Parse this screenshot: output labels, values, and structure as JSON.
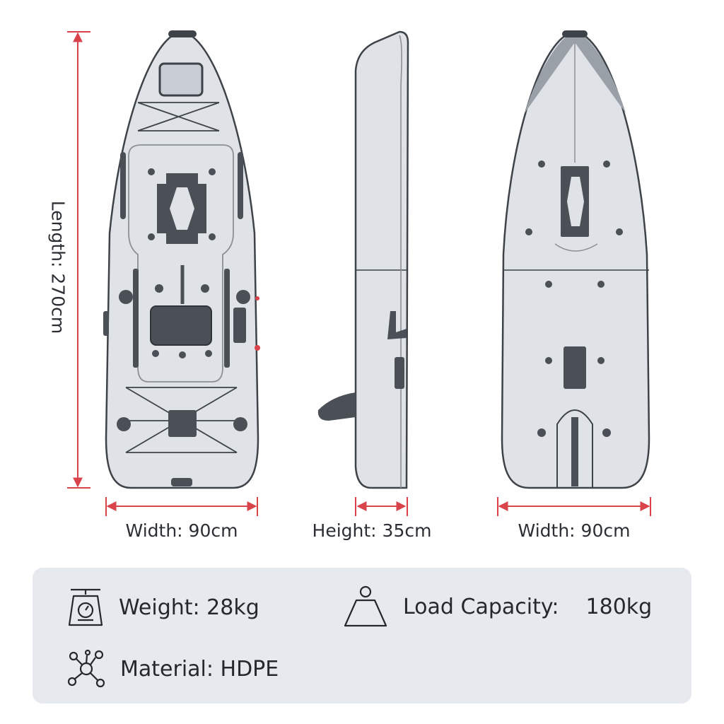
{
  "dimensions": {
    "length": "Length: 270cm",
    "top_width": "Width: 90cm",
    "side_height": "Height: 35cm",
    "bottom_width": "Width: 90cm"
  },
  "specs": {
    "weight": "Weight: 28kg",
    "load_capacity_label": "Load Capacity:",
    "load_capacity_value": "180kg",
    "material": "Material: HDPE"
  },
  "icons": {
    "weight": "scale-icon",
    "load": "weight-icon",
    "material": "molecule-icon"
  },
  "colors": {
    "dimension_line": "#d9434a",
    "hull_fill": "#dfe2e6",
    "hull_stroke": "#3d4348",
    "fitting": "#4a5056",
    "panel": "#e6e9ed"
  }
}
